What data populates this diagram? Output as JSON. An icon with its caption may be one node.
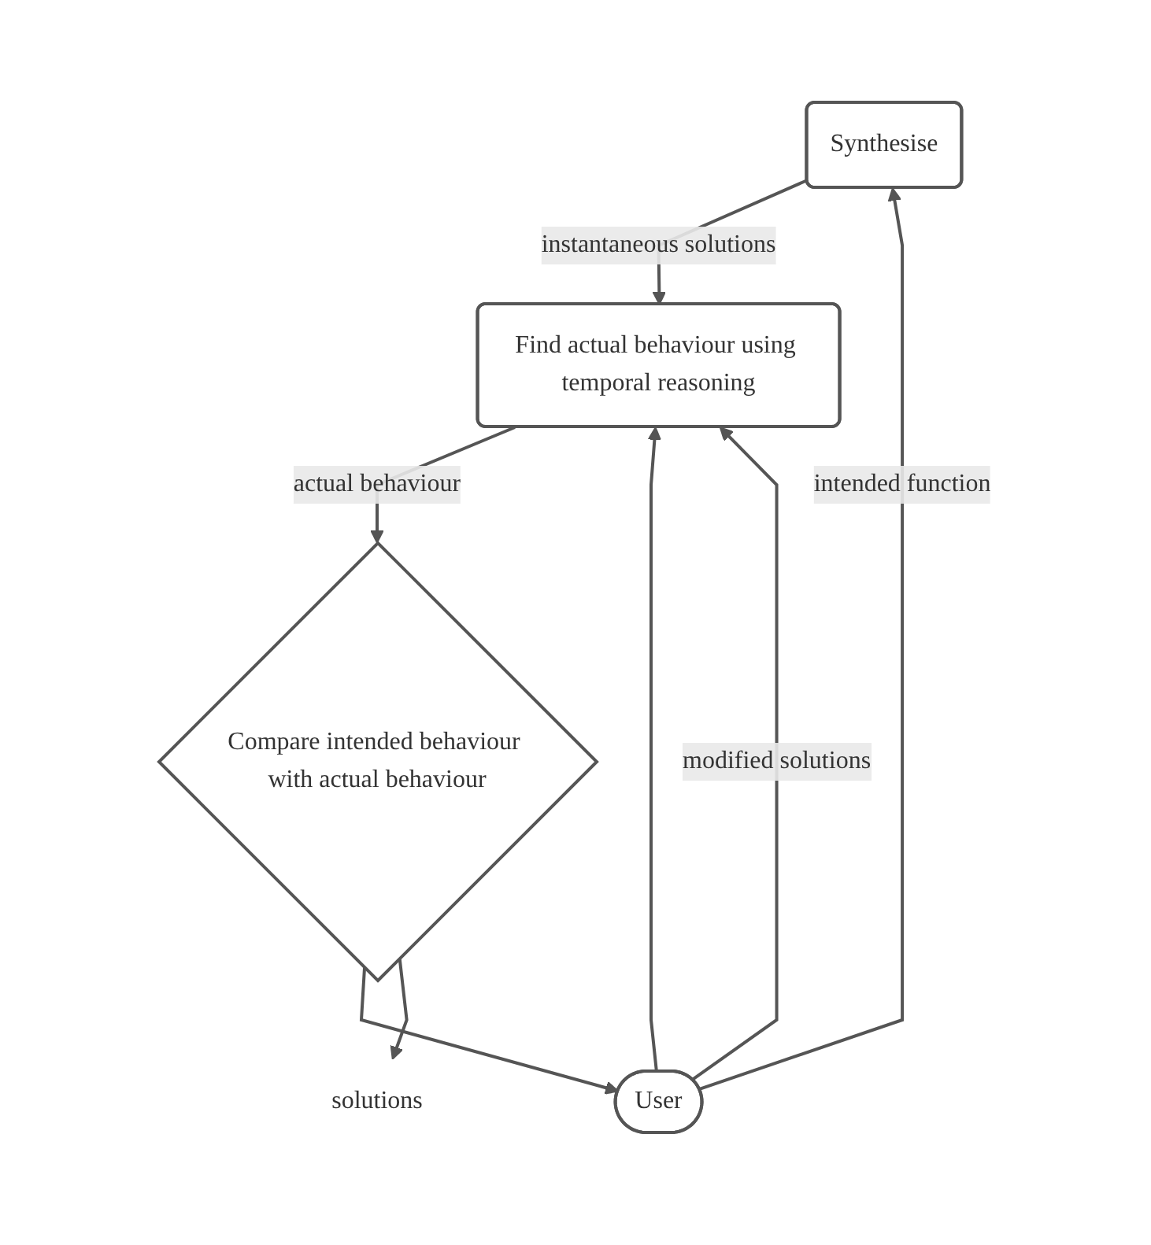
{
  "diagram": {
    "nodes": [
      {
        "text": [
          "Synthesise"
        ]
      },
      {
        "text": [
          "Find actual behaviour using temporal reasoning"
        ]
      },
      {
        "text": [
          "Compare intended behaviour with actual behaviour"
        ]
      },
      {
        "text": [
          "User"
        ]
      },
      {
        "text": [
          "solutions"
        ]
      }
    ],
    "edges": [
      {
        "from": 3,
        "to": 0,
        "arrow": "to",
        "label": "intended function"
      },
      {
        "from": 3,
        "to": 1,
        "arrow": "to"
      },
      {
        "from": 0,
        "to": 1,
        "arrow": "to",
        "label": "instantaneous solutions"
      },
      {
        "from": 3,
        "to": 1,
        "arrow": "to",
        "label": "modified solutions"
      },
      {
        "from": 1,
        "to": 2,
        "arrow": "to",
        "label": "actual behaviour"
      },
      {
        "from": 2,
        "to": 3,
        "arrow": "to"
      },
      {
        "from": 2,
        "to": 4,
        "arrow": "to"
      }
    ]
  }
}
